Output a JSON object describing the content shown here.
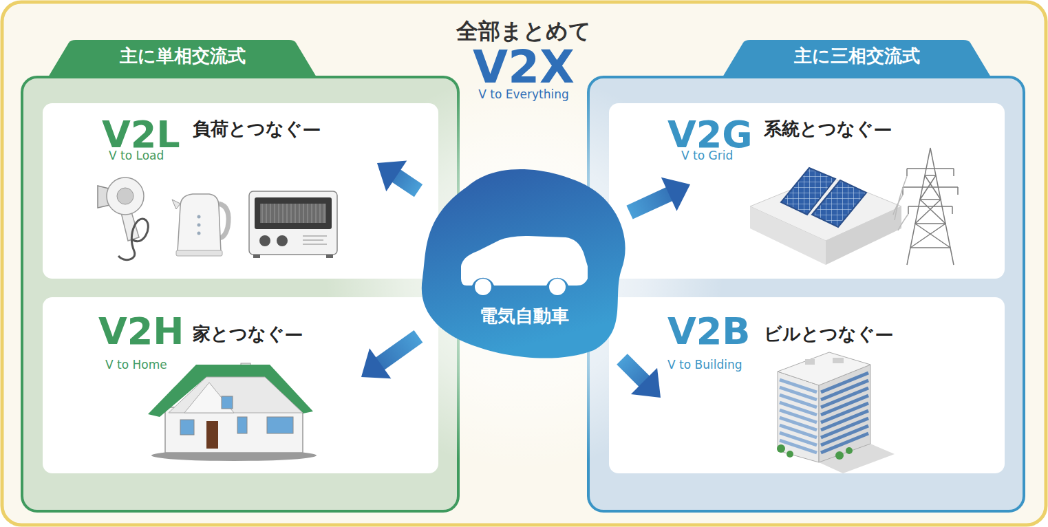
{
  "diagram": {
    "title": "全部まとめて",
    "nodes": [
      {
        "text": [
          "主に単相交流式"
        ]
      },
      {
        "text": [
          "V2L",
          "V to Load",
          "負荷とつなぐ—"
        ],
        "in": 0
      },
      {
        "text": [
          "V2H",
          "V to Home",
          "家とつなぐ—"
        ],
        "in": 0
      },
      {
        "text": [
          "電気自動車"
        ]
      },
      {
        "text": [
          "主に三相交流式"
        ]
      },
      {
        "text": [
          "V2G",
          "V to Grid",
          "系統とつなぐ—"
        ],
        "in": 4
      },
      {
        "text": [
          "V2B",
          "V to Building",
          "ビルとつなぐ—"
        ],
        "in": 4
      }
    ],
    "edges": [
      {
        "from": 3,
        "to": 1,
        "arrow": "to"
      },
      {
        "from": 3,
        "to": 2,
        "arrow": "to"
      },
      {
        "from": 3,
        "to": 5,
        "arrow": "to"
      },
      {
        "from": 3,
        "to": 6,
        "arrow": "to"
      }
    ],
    "labels": [
      "V2X",
      "V to Everything"
    ]
  }
}
